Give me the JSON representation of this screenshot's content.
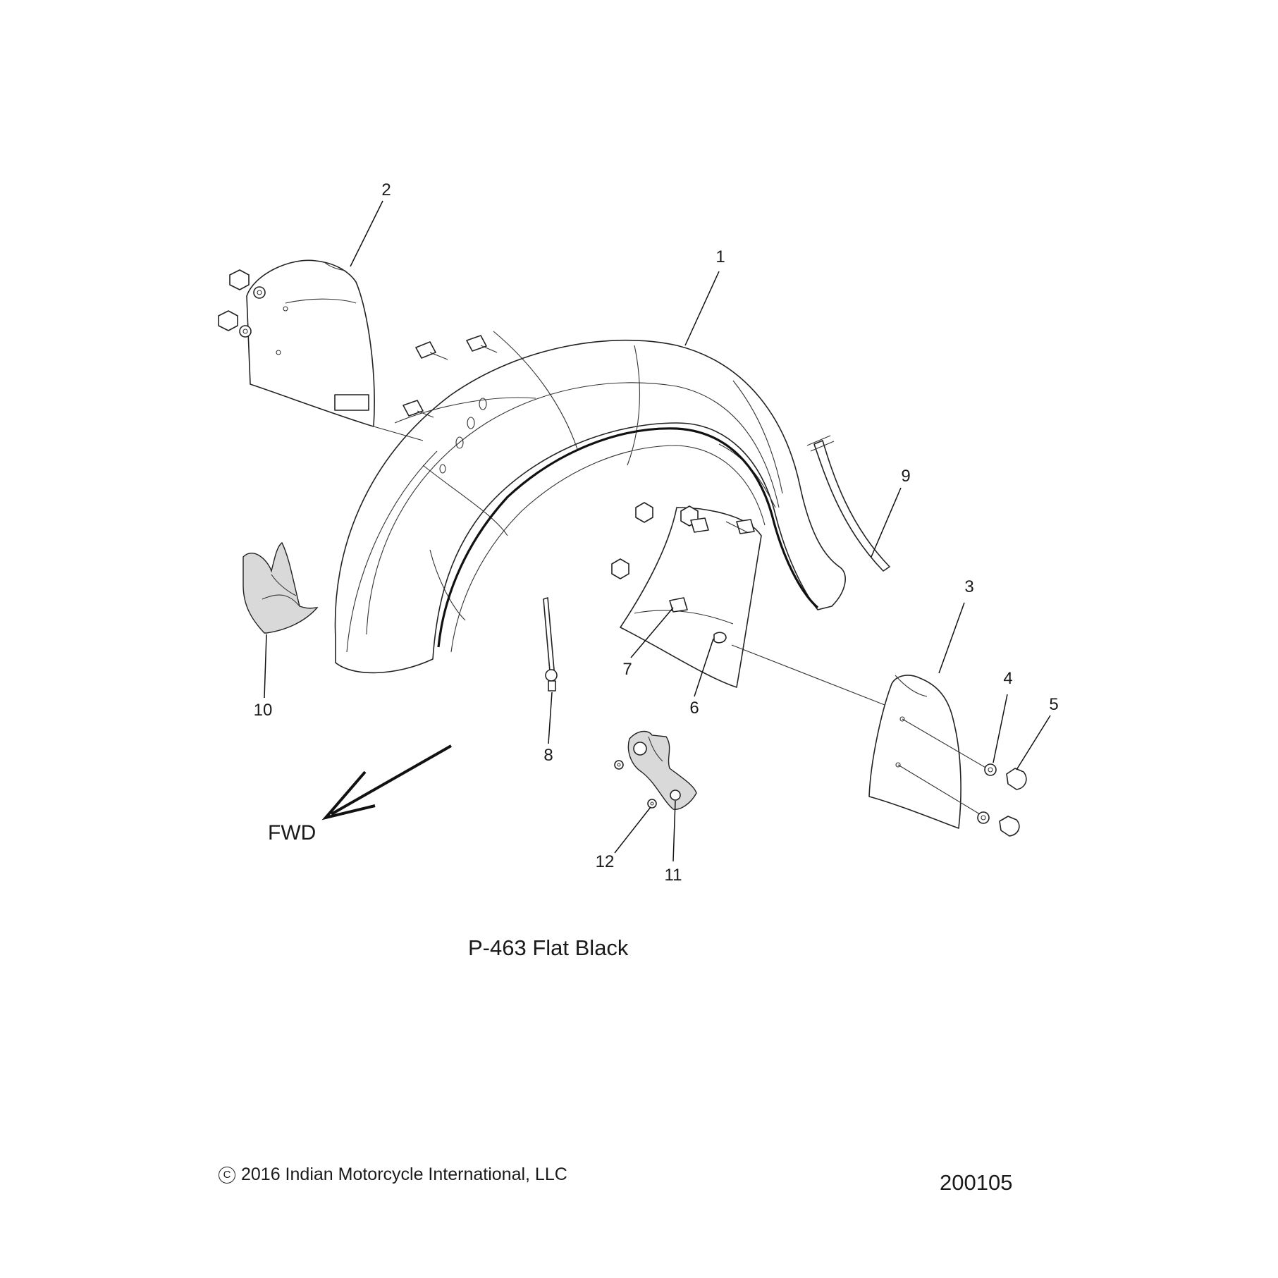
{
  "diagram": {
    "callouts": [
      {
        "id": "1",
        "label": "1"
      },
      {
        "id": "2",
        "label": "2"
      },
      {
        "id": "3",
        "label": "3"
      },
      {
        "id": "4",
        "label": "4"
      },
      {
        "id": "5",
        "label": "5"
      },
      {
        "id": "6",
        "label": "6"
      },
      {
        "id": "7",
        "label": "7"
      },
      {
        "id": "8",
        "label": "8"
      },
      {
        "id": "9",
        "label": "9"
      },
      {
        "id": "10",
        "label": "10"
      },
      {
        "id": "11",
        "label": "11"
      },
      {
        "id": "12",
        "label": "12"
      }
    ],
    "direction_label": "FWD",
    "paint_code": "P-463  Flat Black",
    "copyright_symbol": "C",
    "copyright_text": "2016 Indian Motorcycle International, LLC",
    "drawing_number": "200105"
  }
}
